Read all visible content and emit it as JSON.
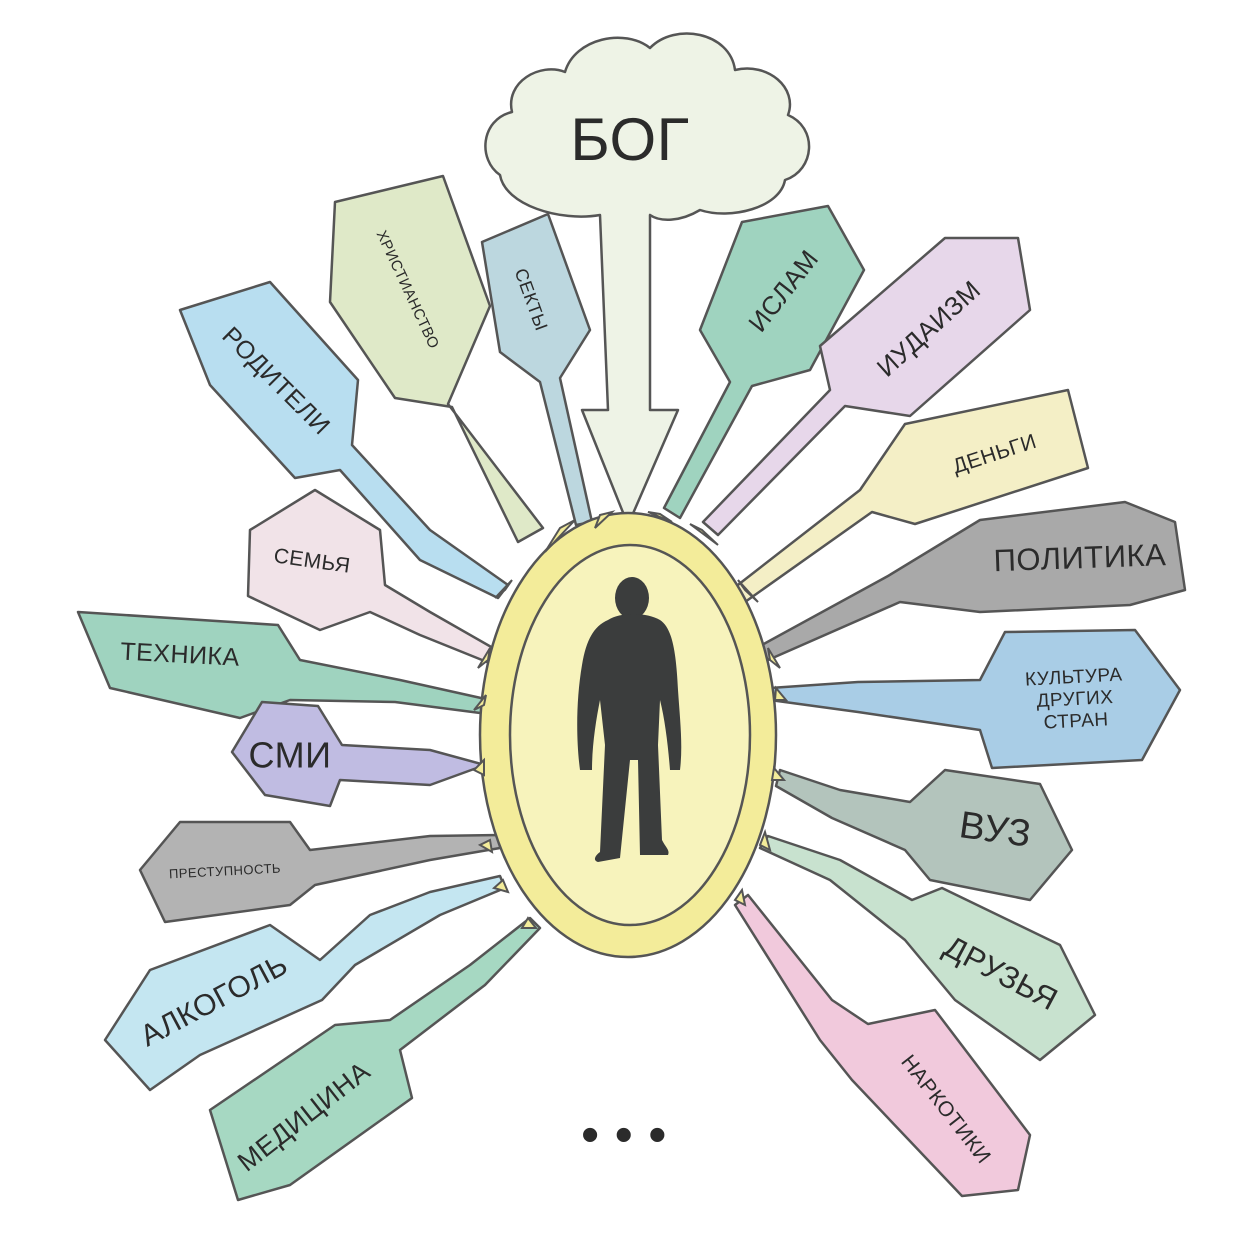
{
  "center": {
    "title": "БОГ",
    "figure_icon": "person-silhouette-icon"
  },
  "influences": [
    {
      "id": "hristianstvo",
      "label": "ХРИСТИАНСТВО",
      "color": "#dfe9c8"
    },
    {
      "id": "sekty",
      "label": "СЕКТЫ",
      "color": "#bcd7df"
    },
    {
      "id": "islam",
      "label": "ИСЛАМ",
      "color": "#9fd3bf"
    },
    {
      "id": "iudaizm",
      "label": "ИУДАИЗМ",
      "color": "#e7d7ea"
    },
    {
      "id": "dengi",
      "label": "ДЕНЬГИ",
      "color": "#f4efc6"
    },
    {
      "id": "politika",
      "label": "ПОЛИТИКА",
      "color": "#a9a9a9"
    },
    {
      "id": "kultura",
      "label": "КУЛЬТУРА ДРУГИХ СТРАН",
      "color": "#a9cde6"
    },
    {
      "id": "vuz",
      "label": "ВУЗ",
      "color": "#b3c4bc"
    },
    {
      "id": "druzya",
      "label": "ДРУЗЬЯ",
      "color": "#c8e2cf"
    },
    {
      "id": "narkotiki",
      "label": "НАРКОТИКИ",
      "color": "#f1c9dc"
    },
    {
      "id": "roditeli",
      "label": "РОДИТЕЛИ",
      "color": "#b8def0"
    },
    {
      "id": "semya",
      "label": "СЕМЬЯ",
      "color": "#f1e3e8"
    },
    {
      "id": "tehnika",
      "label": "ТЕХНИКА",
      "color": "#9fd3bf"
    },
    {
      "id": "smi",
      "label": "СМИ",
      "color": "#c0bce2"
    },
    {
      "id": "prestupnost",
      "label": "ПРЕСТУПНОСТЬ",
      "color": "#b3b3b3"
    },
    {
      "id": "alkogol",
      "label": "АЛКОГОЛЬ",
      "color": "#c4e6f1"
    },
    {
      "id": "medicina",
      "label": "МЕДИЦИНА",
      "color": "#a6d8c2"
    }
  ],
  "ellipsis": "• • •",
  "colors": {
    "cloud": "#eef3e6",
    "outer_egg": "#f3ec9a",
    "inner_egg": "#f7f3bc",
    "figure": "#3b3d3d",
    "outline": "#555555"
  }
}
